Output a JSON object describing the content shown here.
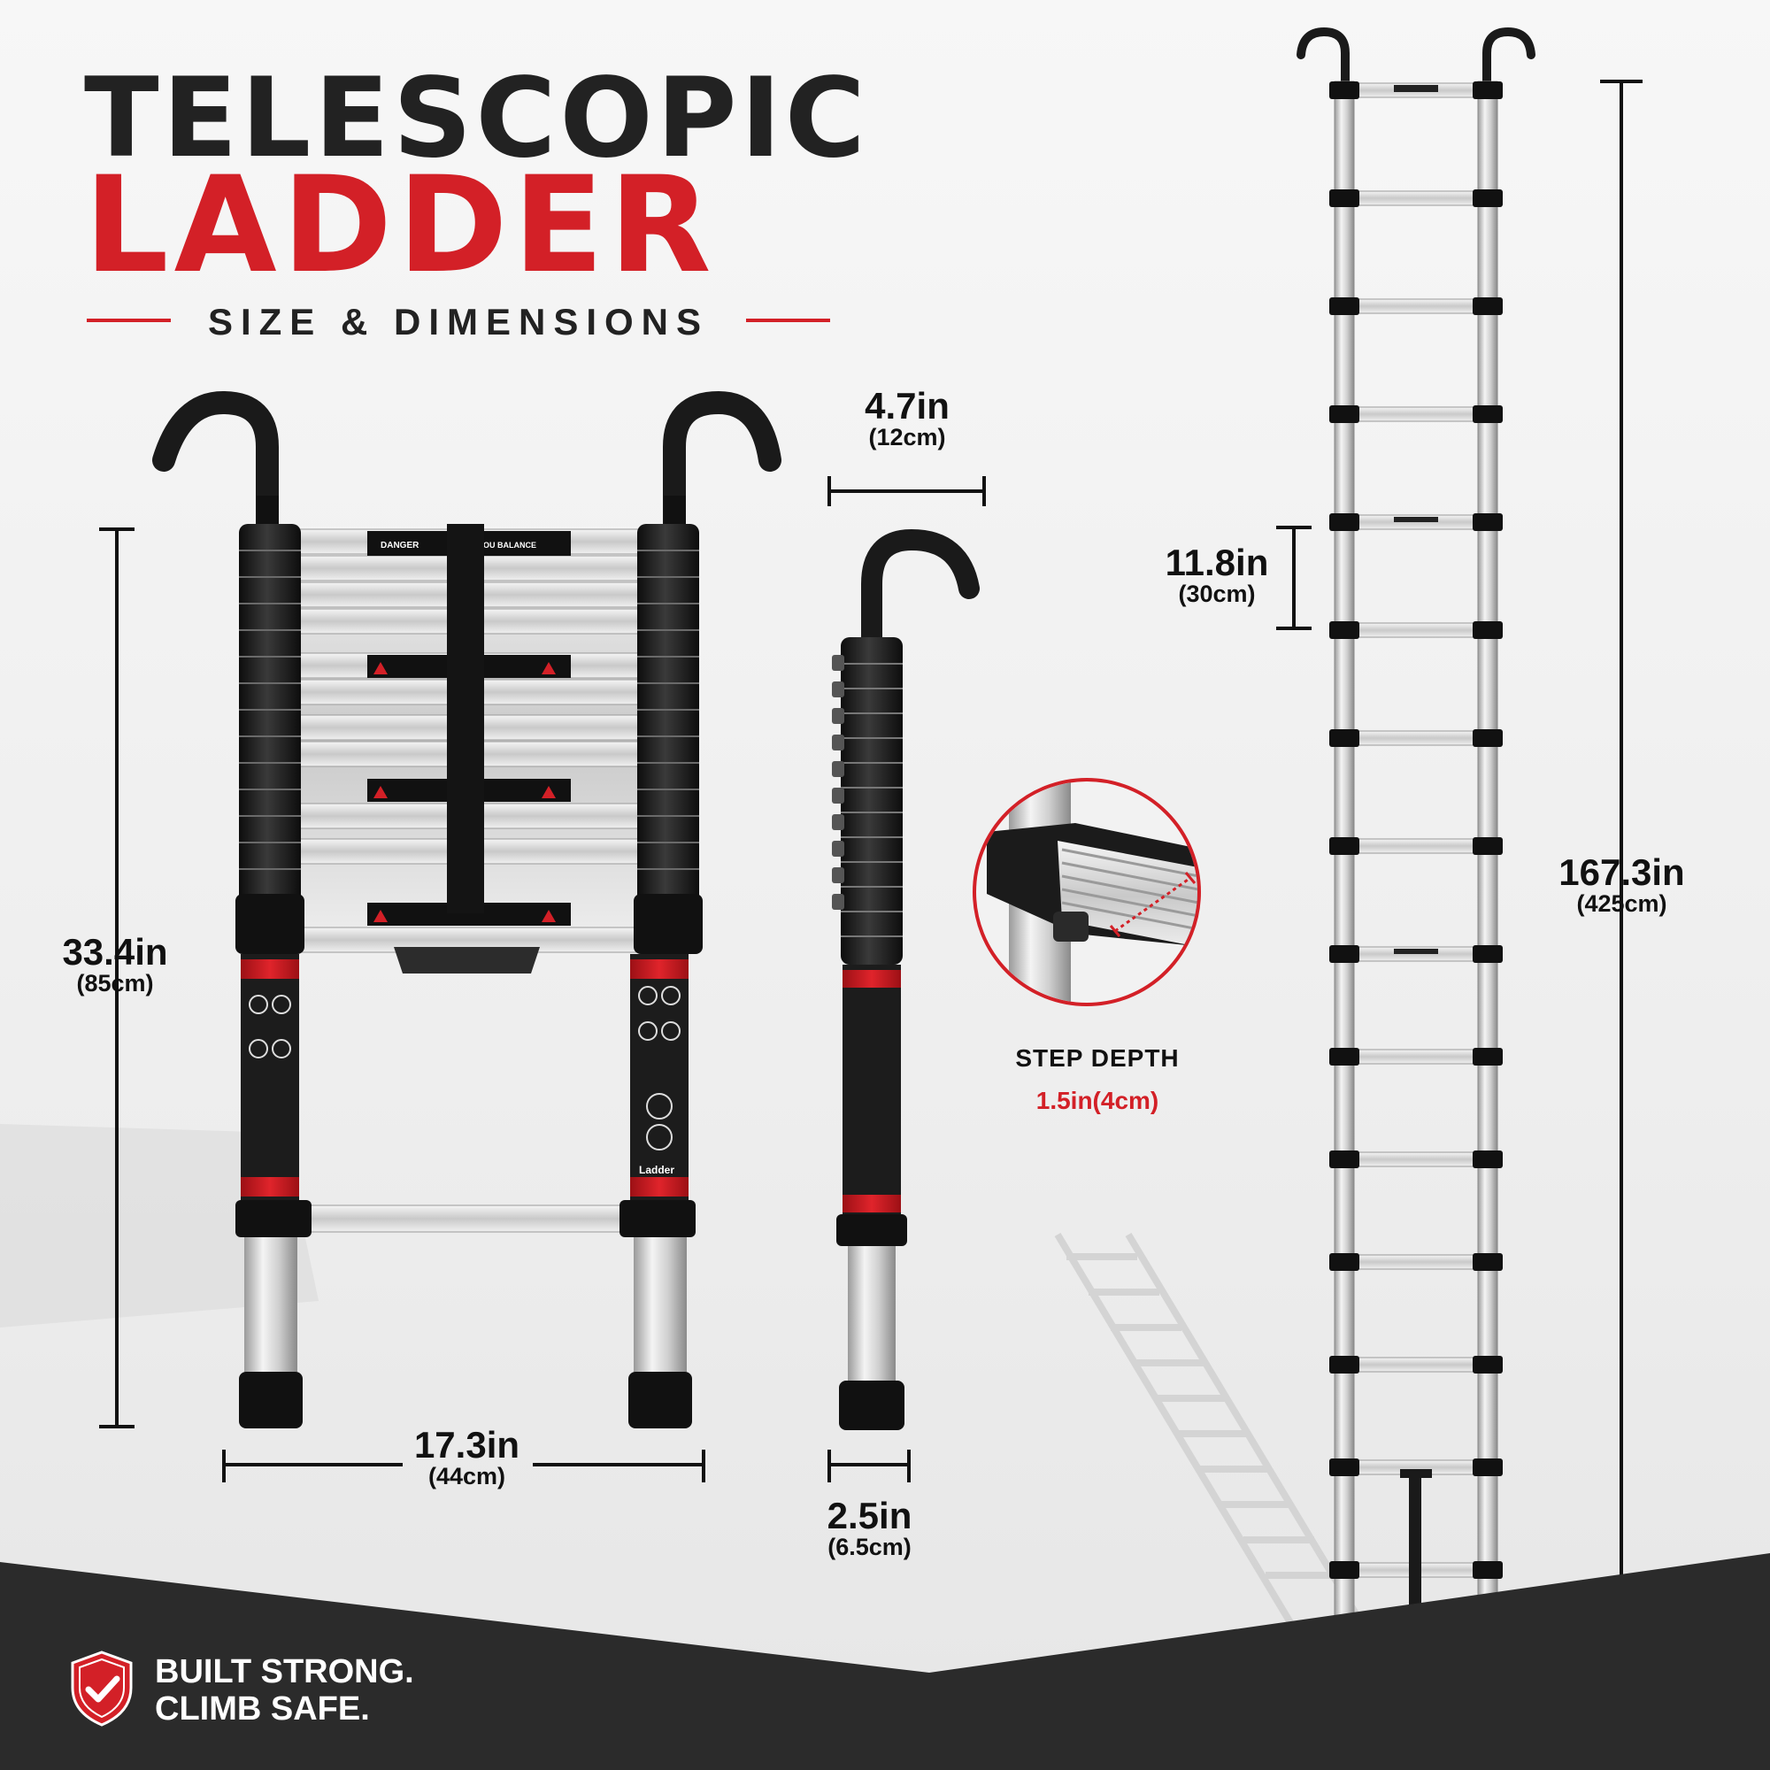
{
  "header": {
    "title_line1": "TELESCOPIC",
    "title_line2": "LADDER",
    "subtitle": "SIZE & DIMENSIONS"
  },
  "dimensions": {
    "collapsed_height": {
      "value": "33.4in",
      "metric": "(85cm)"
    },
    "width": {
      "value": "17.3in",
      "metric": "(44cm)"
    },
    "side_width": {
      "value": "4.7in",
      "metric": "(12cm)"
    },
    "pole_diameter": {
      "value": "2.5in",
      "metric": "(6.5cm)"
    },
    "step_spacing": {
      "value": "11.8in",
      "metric": "(30cm)"
    },
    "extended_height": {
      "value": "167.3in",
      "metric": "(425cm)"
    }
  },
  "step_depth": {
    "title": "STEP DEPTH",
    "value": "1.5in(4cm)"
  },
  "ladder_labels": {
    "danger": "DANGER",
    "balance": "YOU BALANCE",
    "side_label": "Ladder"
  },
  "footer": {
    "line1": "BUILT STRONG.",
    "line2": "CLIMB SAFE."
  },
  "colors": {
    "accent": "#d32027",
    "dark": "#222222",
    "footer_bg": "#2b2b2b"
  },
  "icons": [
    "shield-check-icon",
    "warning-icon"
  ]
}
